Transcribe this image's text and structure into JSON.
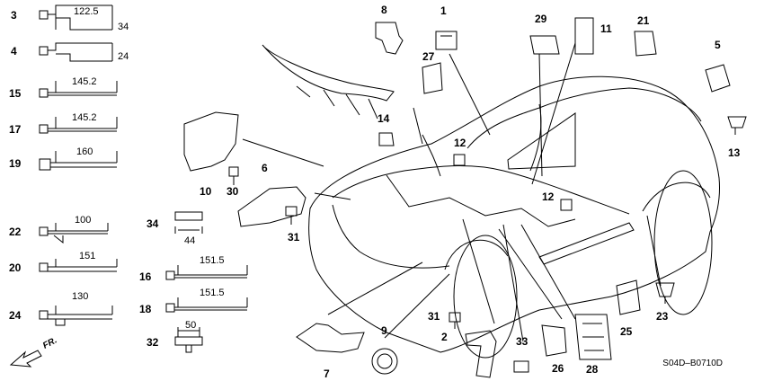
{
  "diagram_code": "S04D–B0710D",
  "direction_label": "FR.",
  "fasteners": [
    {
      "callout": "3",
      "dimensions": [
        "122.5",
        "34"
      ]
    },
    {
      "callout": "4",
      "dimensions": [
        "24"
      ]
    },
    {
      "callout": "15",
      "dimensions": [
        "145.2"
      ]
    },
    {
      "callout": "17",
      "dimensions": [
        "145.2"
      ]
    },
    {
      "callout": "19",
      "dimensions": [
        "160"
      ]
    },
    {
      "callout": "22",
      "dimensions": [
        "100"
      ]
    },
    {
      "callout": "20",
      "dimensions": [
        "151"
      ]
    },
    {
      "callout": "24",
      "dimensions": [
        "130"
      ]
    },
    {
      "callout": "34",
      "dimensions": [
        "44"
      ]
    },
    {
      "callout": "16",
      "dimensions": [
        "151.5"
      ]
    },
    {
      "callout": "18",
      "dimensions": [
        "151.5"
      ]
    },
    {
      "callout": "32",
      "dimensions": [
        "50"
      ]
    }
  ],
  "parts": [
    "1",
    "2",
    "5",
    "6",
    "7",
    "8",
    "9",
    "10",
    "11",
    "12",
    "12",
    "13",
    "14",
    "21",
    "23",
    "25",
    "26",
    "27",
    "28",
    "29",
    "30",
    "31",
    "31",
    "33"
  ]
}
